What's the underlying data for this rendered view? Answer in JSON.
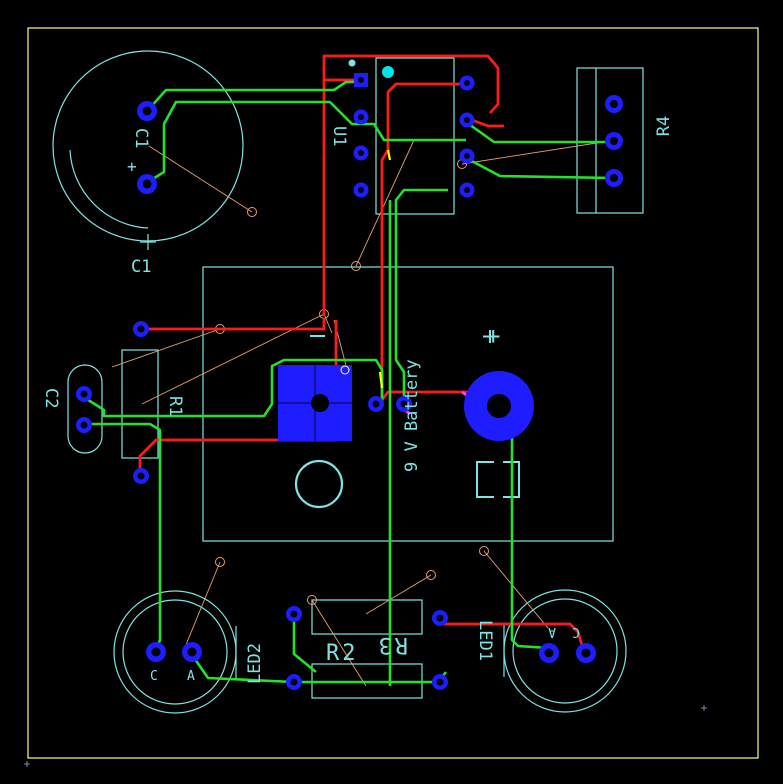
{
  "colors": {
    "background": "#000000",
    "board_outline": "#ffff80",
    "silkscreen": "#7ee4e4",
    "top_copper": "#ff1a1a",
    "bottom_copper": "#22e22a",
    "pad_fill": "#1d1dff",
    "pad_hole": "#000000",
    "ratsnest": "#e6a070",
    "via": "#ffff00",
    "junction": "#ff40ff"
  },
  "components": {
    "c1": {
      "ref": "C1",
      "plus_sign": "+"
    },
    "u1": {
      "ref": "U1"
    },
    "r4": {
      "ref": "R4"
    },
    "c2": {
      "ref": "C2"
    },
    "r1": {
      "ref": "R1"
    },
    "battery": {
      "label": "9 V Battery",
      "plus_sign": "+",
      "minus_sign": "−"
    },
    "led2": {
      "ref": "LED2",
      "pin_c": "C",
      "pin_a": "A"
    },
    "led1": {
      "ref": "LED1",
      "pin_c": "C",
      "pin_a": "A"
    },
    "r2": {
      "ref": "R2"
    },
    "r3": {
      "ref": "R3"
    }
  }
}
